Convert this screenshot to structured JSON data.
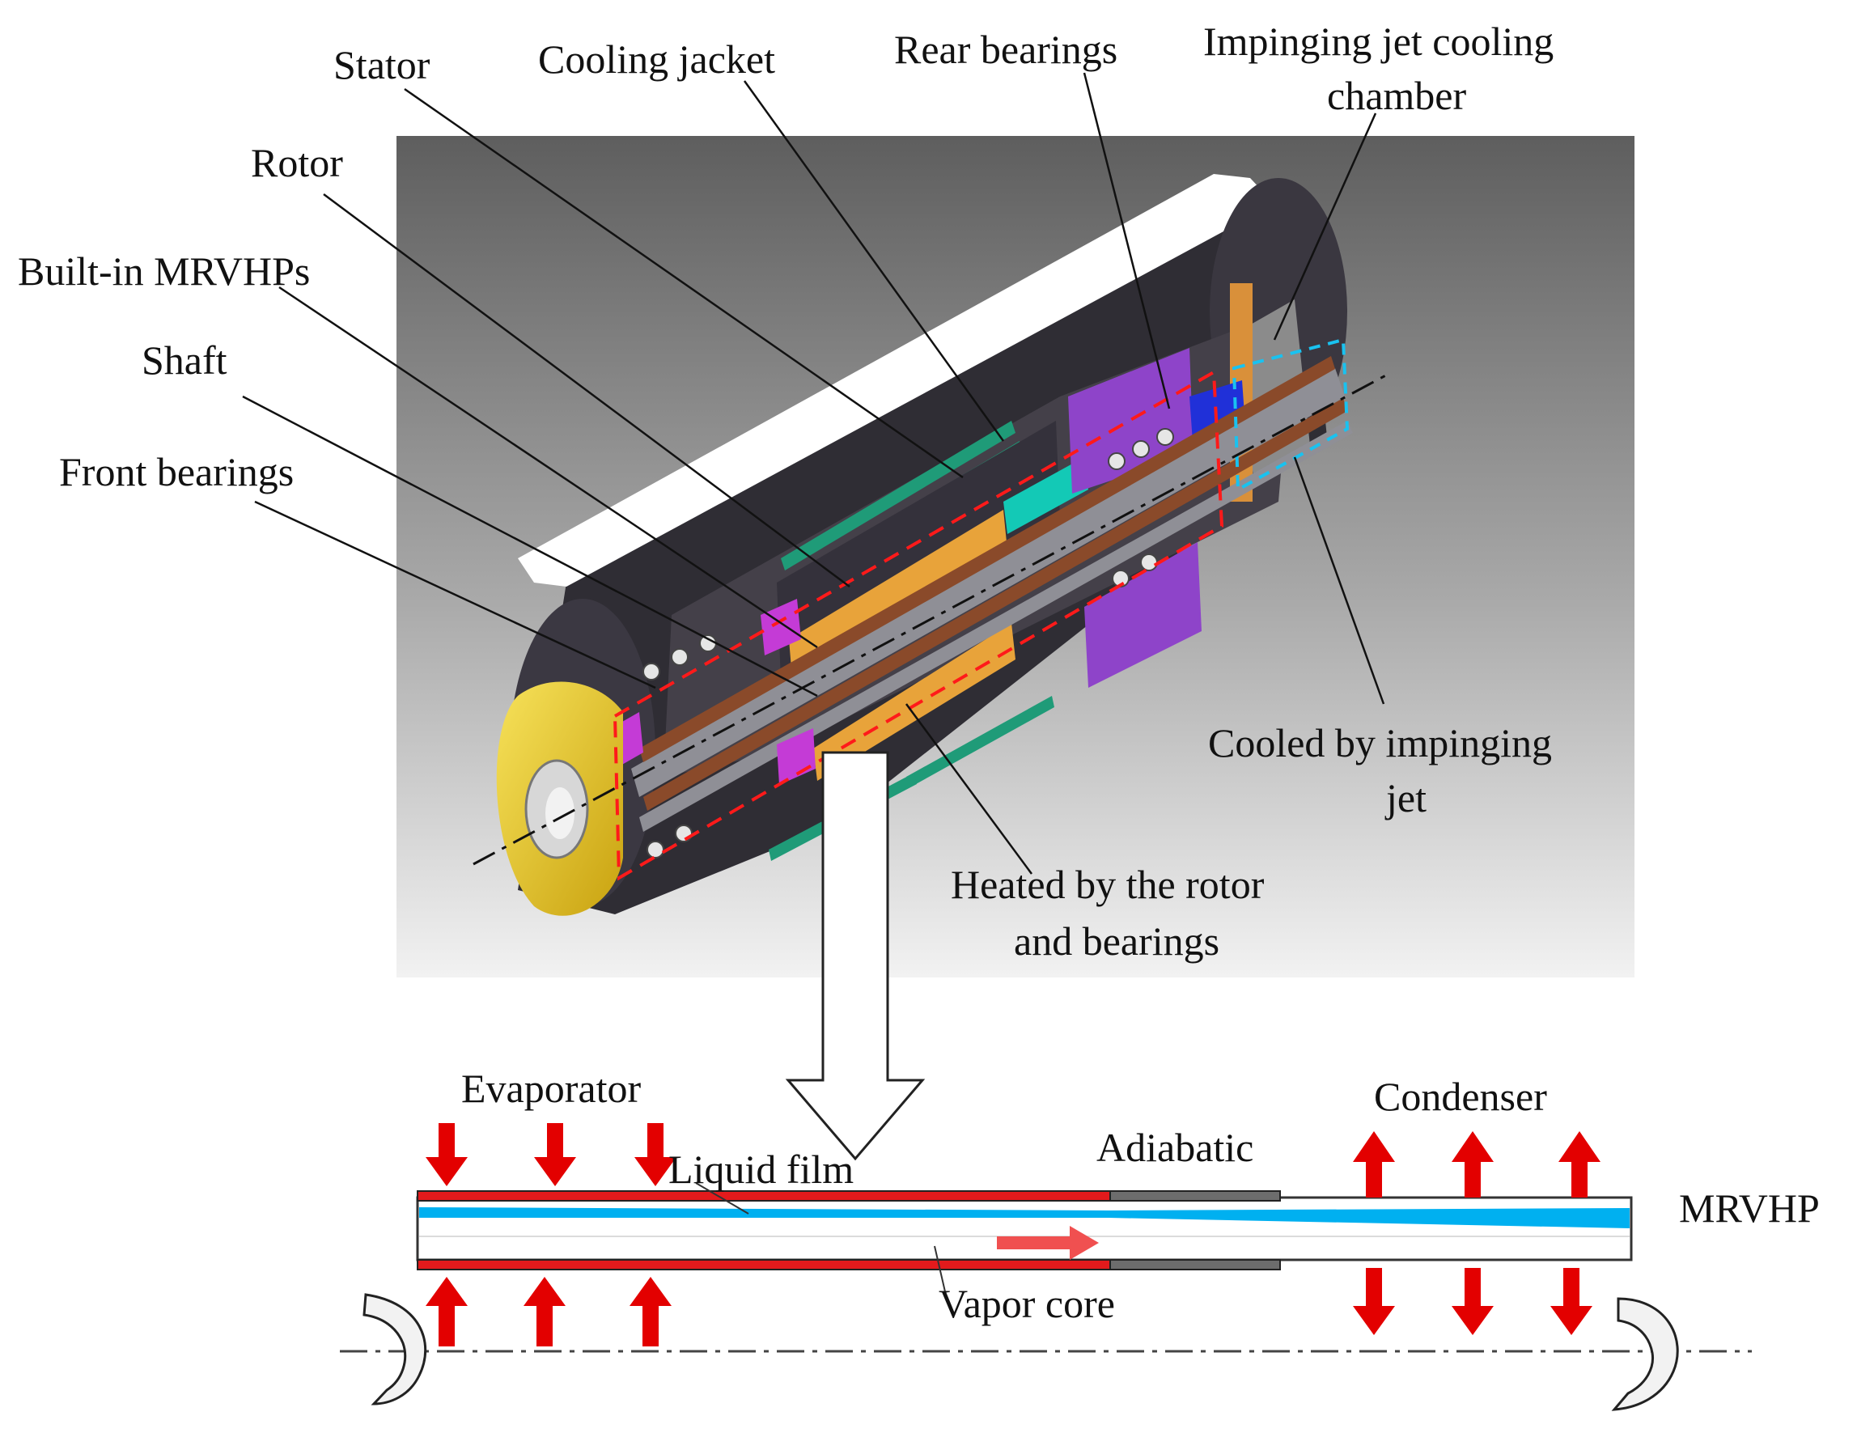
{
  "labels": {
    "stator": "Stator",
    "cooling_jacket": "Cooling jacket",
    "rear_bearings": "Rear bearings",
    "impinging_chamber_line1": "Impinging jet cooling",
    "impinging_chamber_line2": "chamber",
    "rotor": "Rotor",
    "builtin_mrvhps": "Built-in MRVHPs",
    "shaft": "Shaft",
    "front_bearings": "Front bearings",
    "cooled_line1": "Cooled by impinging",
    "cooled_line2": "jet",
    "heated_line1": "Heated by the rotor",
    "heated_line2": "and bearings",
    "evaporator": "Evaporator",
    "liquid_film": "Liquid film",
    "adiabatic": "Adiabatic",
    "condenser": "Condenser",
    "mrvhp": "MRVHP",
    "vapor_core": "Vapor core"
  },
  "colors": {
    "heat_red": "#e31a1c",
    "liquid_blue": "#00b0f0",
    "housing_dark": "#3a3740",
    "rotor_orange": "#e8a33a",
    "stator_purple": "#8e44c9",
    "endcap_yellow": "#f2d22e",
    "shaft_copper": "#8a4a2a"
  }
}
